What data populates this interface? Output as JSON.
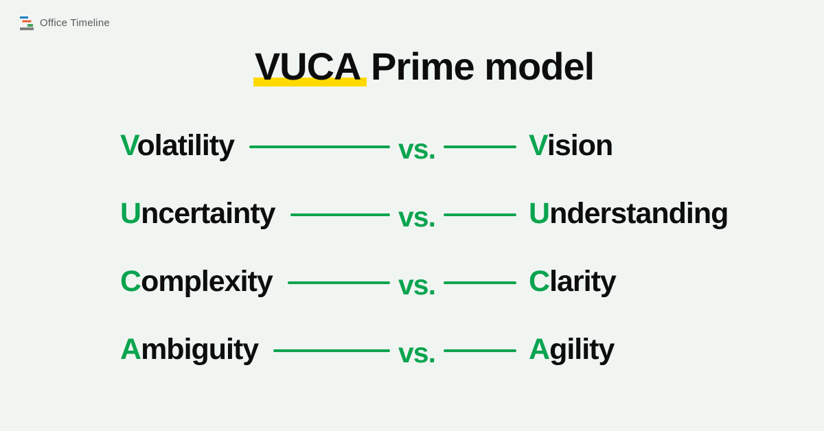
{
  "colors": {
    "background": "#F1F5F2",
    "accent_green": "#0AA44F",
    "highlight_yellow": "#FFD900",
    "text_black": "#0D0D0D",
    "logo_gray": "#595959"
  },
  "logo": {
    "icon": "gantt-chart-icon",
    "label": "Office Timeline"
  },
  "title": {
    "highlighted": "VUCA",
    "rest": " Prime model"
  },
  "vs_label": "vs.",
  "rows": [
    {
      "left": "Volatility",
      "right": "Vision"
    },
    {
      "left": "Uncertainty",
      "right": "Understanding"
    },
    {
      "left": "Complexity",
      "right": "Clarity"
    },
    {
      "left": "Ambiguity",
      "right": "Agility"
    }
  ]
}
